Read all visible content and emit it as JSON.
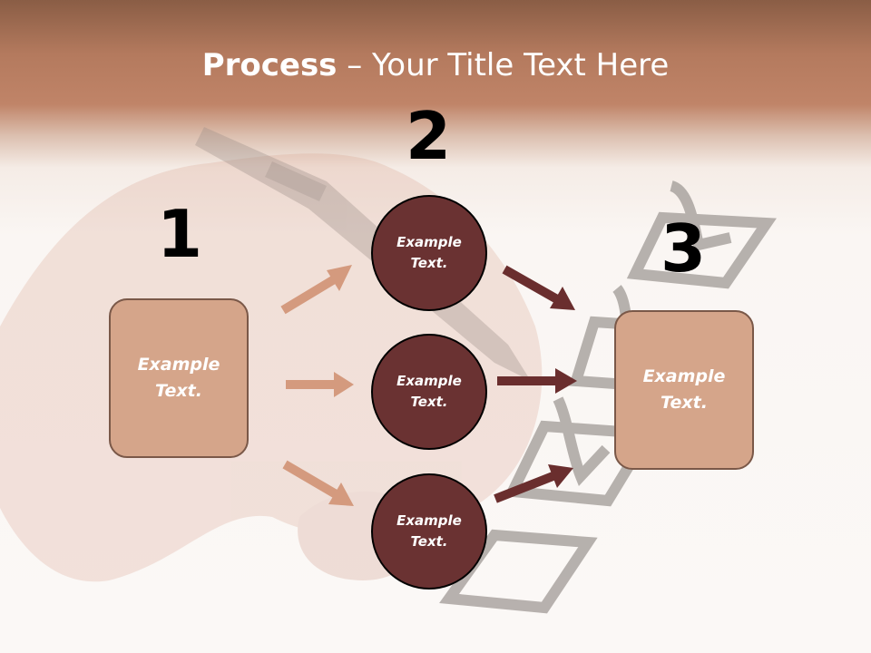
{
  "title": {
    "bold": "Process",
    "rest": " – Your Title Text Here"
  },
  "steps": {
    "one": "1",
    "two": "2",
    "three": "3"
  },
  "boxes": {
    "left": "Example\nText.",
    "right": "Example\nText."
  },
  "circles": {
    "top": "Example\nText.",
    "middle": "Example\nText.",
    "bottom": "Example\nText."
  },
  "colors": {
    "header": "#b47a5e",
    "box_fill": "#d5a58a",
    "circle_fill": "#6a3232",
    "left_arrows": "#d49a7e",
    "right_arrows": "#6a2e2e"
  }
}
